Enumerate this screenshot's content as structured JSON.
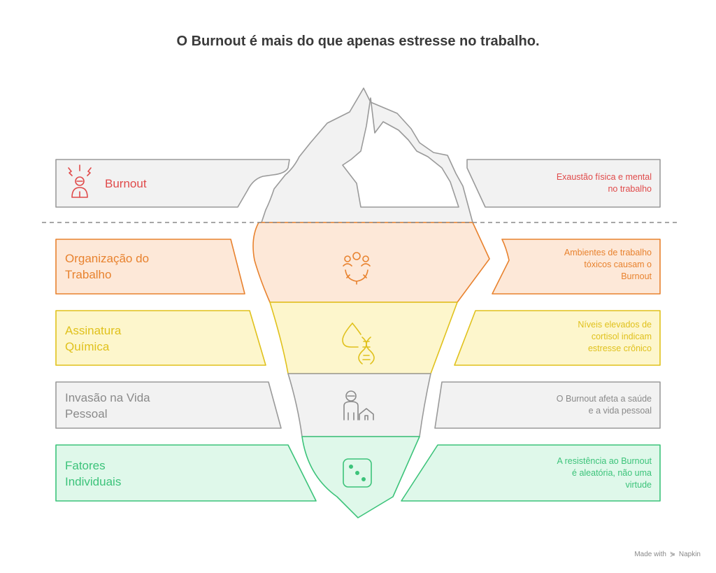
{
  "title": "O Burnout é mais do que apenas estresse no trabalho.",
  "layers": [
    {
      "label": "Burnout",
      "description": "Exaustão física e mental\nno trabalho",
      "icon": "stressed-person-icon",
      "color": "#e04a4a",
      "fill": "#f2f2f2",
      "stroke": "#9a9a9a"
    },
    {
      "label": "Organização do\nTrabalho",
      "description": "Ambientes de trabalho\ntóxicos causam o\nBurnout",
      "icon": "team-gear-icon",
      "color": "#e8822e",
      "fill": "#fde8d8",
      "stroke": "#e8822e"
    },
    {
      "label": "Assinatura\nQuímica",
      "description": "Níveis elevados de\ncortisol indicam\nestresse crônico",
      "icon": "drop-dna-icon",
      "color": "#e0c11c",
      "fill": "#fdf6cc",
      "stroke": "#e0c11c"
    },
    {
      "label": "Invasão na Vida\nPessoal",
      "description": "O Burnout afeta a saúde\ne a vida pessoal",
      "icon": "person-home-icon",
      "color": "#8a8a8a",
      "fill": "#f2f2f2",
      "stroke": "#9a9a9a"
    },
    {
      "label": "Fatores\nIndividuais",
      "description": "A resistência ao Burnout\né aleatória, não uma\nvirtude",
      "icon": "dice-icon",
      "color": "#3cc37a",
      "fill": "#dff8ea",
      "stroke": "#3cc37a"
    }
  ],
  "footer": {
    "made_with": "Made with",
    "brand": "Napkin"
  }
}
